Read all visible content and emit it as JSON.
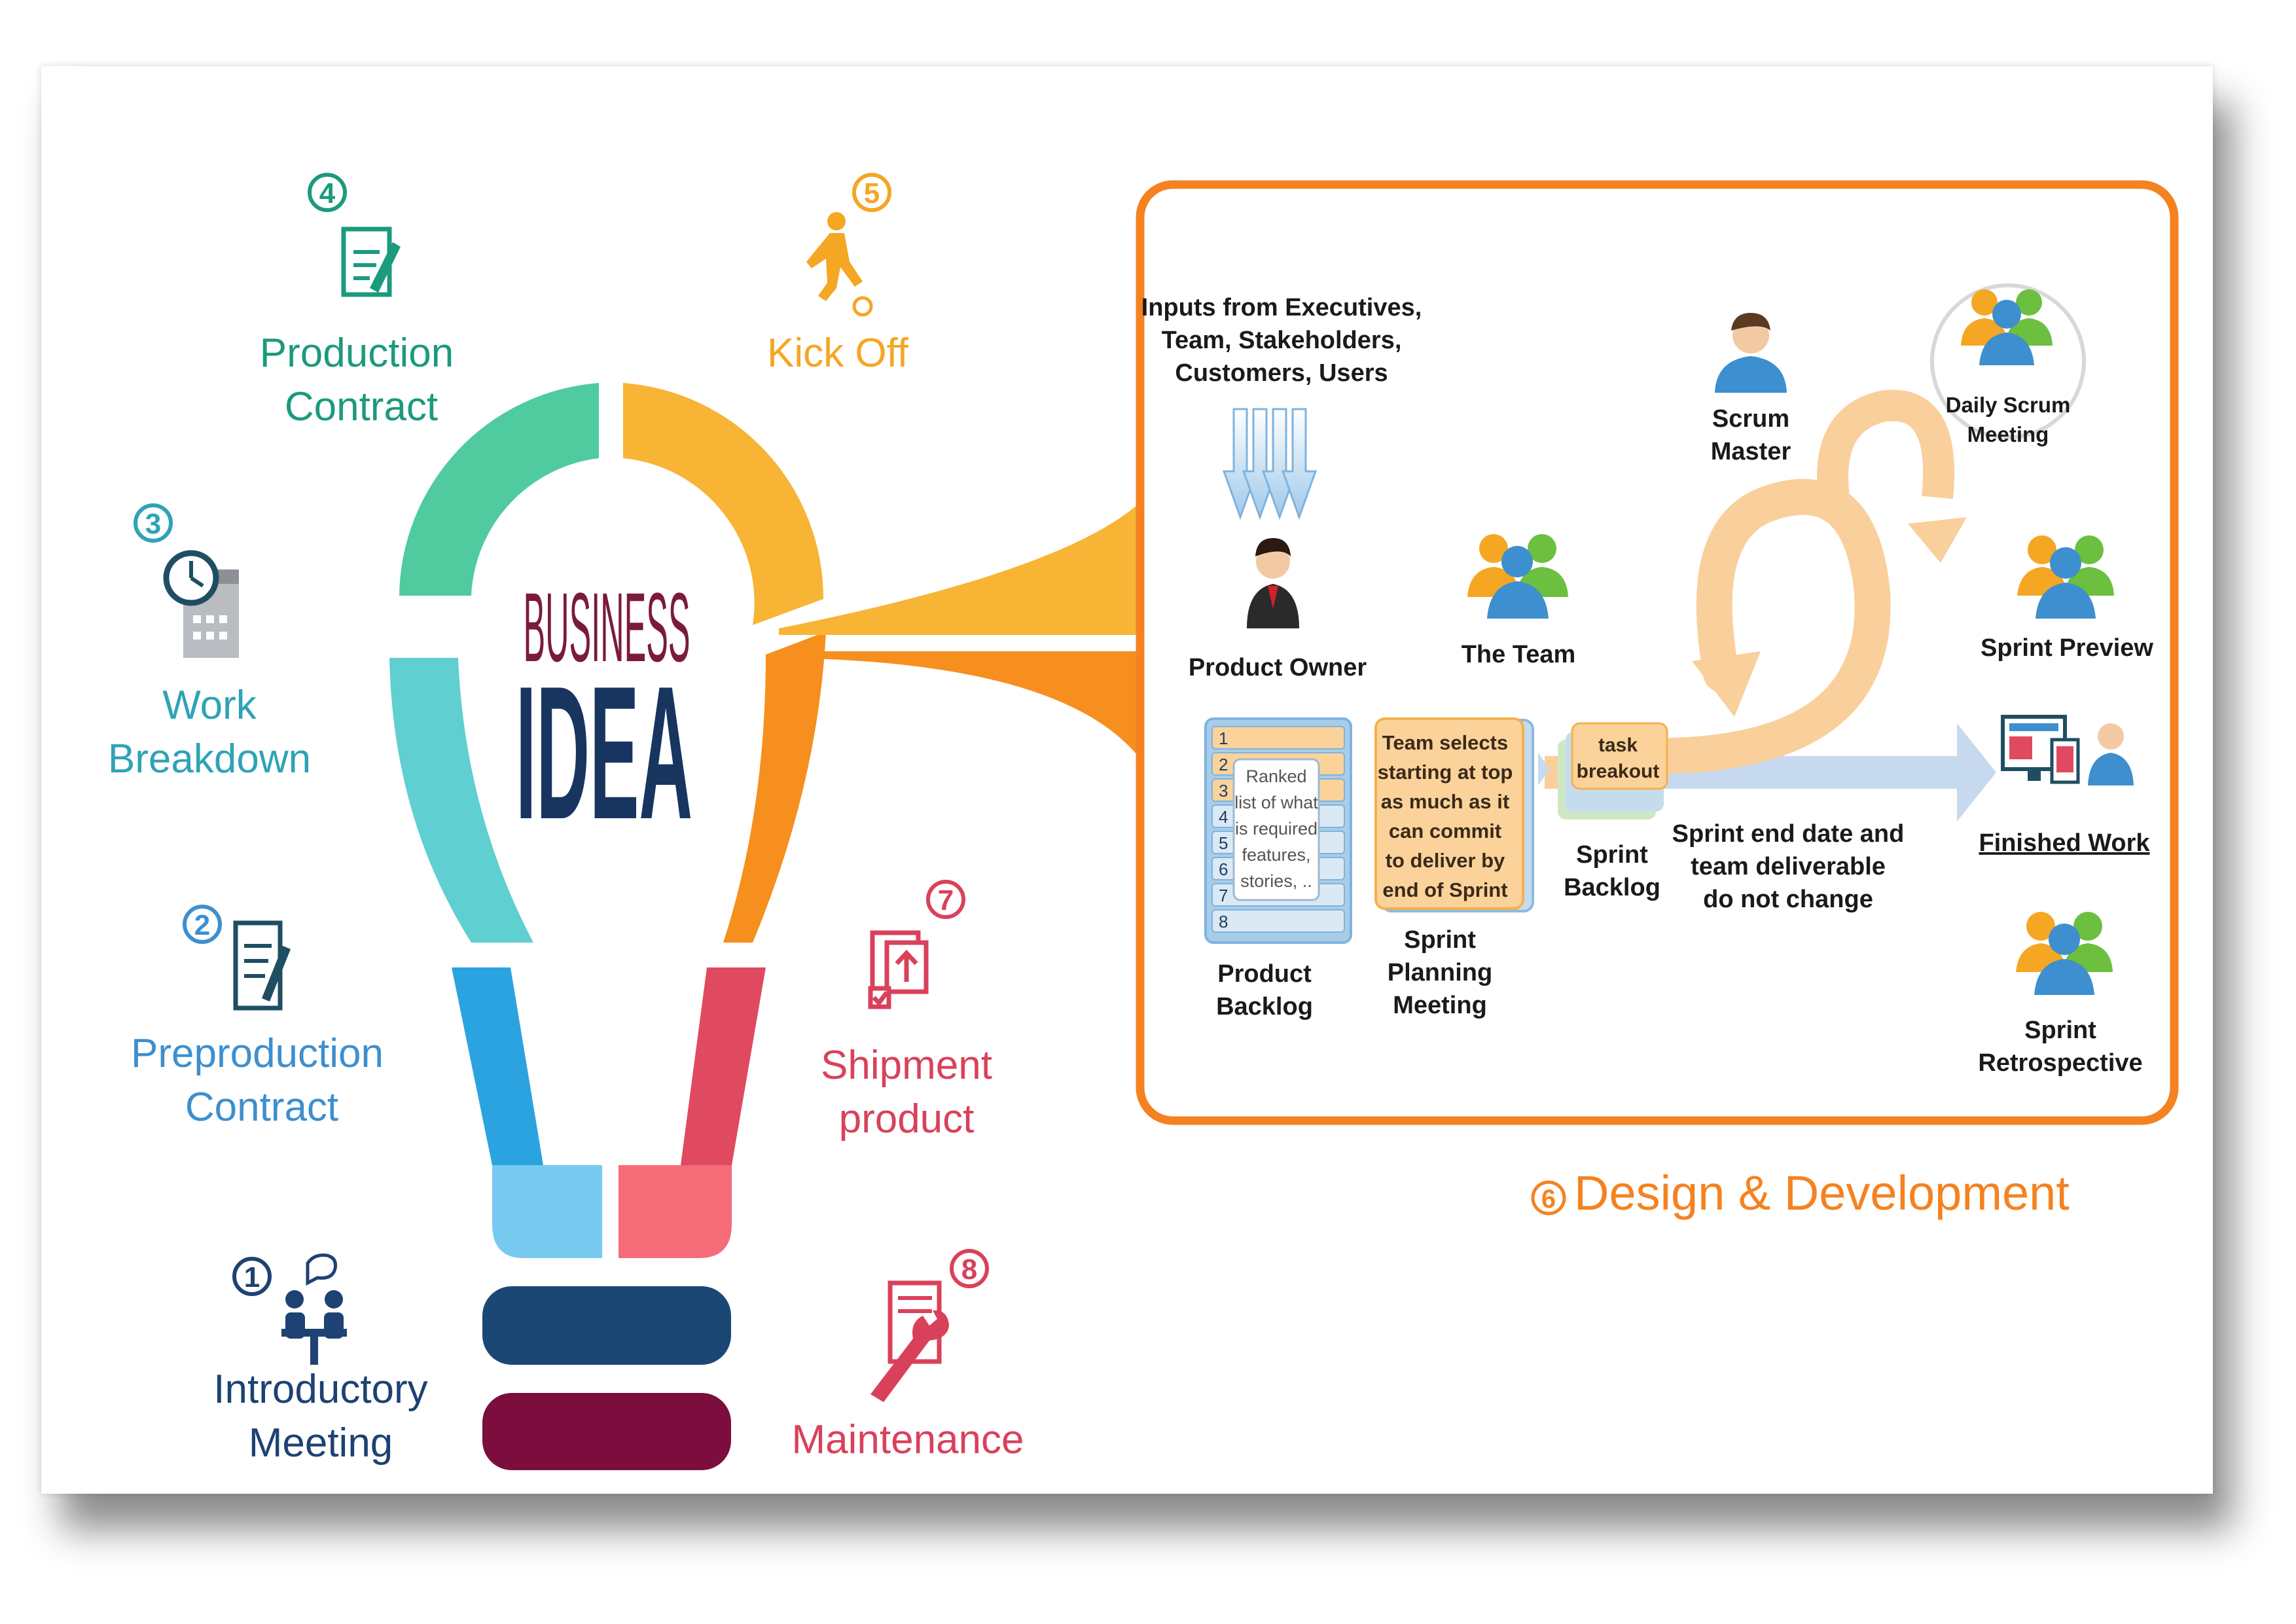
{
  "center": {
    "line1": "BUSINESS",
    "line2": "IDEA"
  },
  "steps": {
    "s1": {
      "number": "1",
      "label": [
        "Introductory",
        "Meeting"
      ]
    },
    "s2": {
      "number": "2",
      "label": [
        "Preproduction",
        "Contract"
      ]
    },
    "s3": {
      "number": "3",
      "label": [
        "Work",
        "Breakdown"
      ]
    },
    "s4": {
      "number": "4",
      "label": [
        "Production",
        "Contract"
      ]
    },
    "s5": {
      "number": "5",
      "label": [
        "Kick Off"
      ]
    },
    "s6": {
      "number": "6",
      "label": [
        "Design & Development"
      ]
    },
    "s7": {
      "number": "7",
      "label": [
        "Shipment",
        "product"
      ]
    },
    "s8": {
      "number": "8",
      "label": [
        "Maintenance"
      ]
    }
  },
  "scrum": {
    "inputs": [
      "Inputs from Executives,",
      "Team, Stakeholders,",
      "Customers, Users"
    ],
    "product_owner": "Product Owner",
    "the_team": "The Team",
    "scrum_master": [
      "Scrum",
      "Master"
    ],
    "daily_scrum": [
      "Daily Scrum",
      "Meeting"
    ],
    "sprint_preview": "Sprint Preview",
    "finished_work": "Finished Work",
    "sprint_retrospective": [
      "Sprint",
      "Retrospective"
    ],
    "backlog_numbers": [
      "1",
      "2",
      "3",
      "4",
      "5",
      "6",
      "7",
      "8"
    ],
    "backlog_note": [
      "Ranked",
      "list of what",
      "is required",
      "features,",
      "stories, .."
    ],
    "product_backlog": [
      "Product",
      "Backlog"
    ],
    "team_selects": [
      "Team selects",
      "starting at top",
      "as much as it",
      "can commit",
      "to deliver by",
      "end of Sprint"
    ],
    "sprint_planning": [
      "Sprint",
      "Planning",
      "Meeting"
    ],
    "task_breakout": [
      "task",
      "breakout"
    ],
    "sprint_backlog": [
      "Sprint",
      "Backlog"
    ],
    "sprint_end": [
      "Sprint end date and",
      "team deliverable",
      "do not change"
    ]
  },
  "colors": {
    "teal": "#1c9a8a",
    "cyan": "#2ea3b6",
    "blue": "#3d8fcf",
    "orange": "#f5a623",
    "red": "#d9415b",
    "navy": "#1d3f73",
    "maroon": "#7a0f3a",
    "box_orange": "#f58220"
  }
}
